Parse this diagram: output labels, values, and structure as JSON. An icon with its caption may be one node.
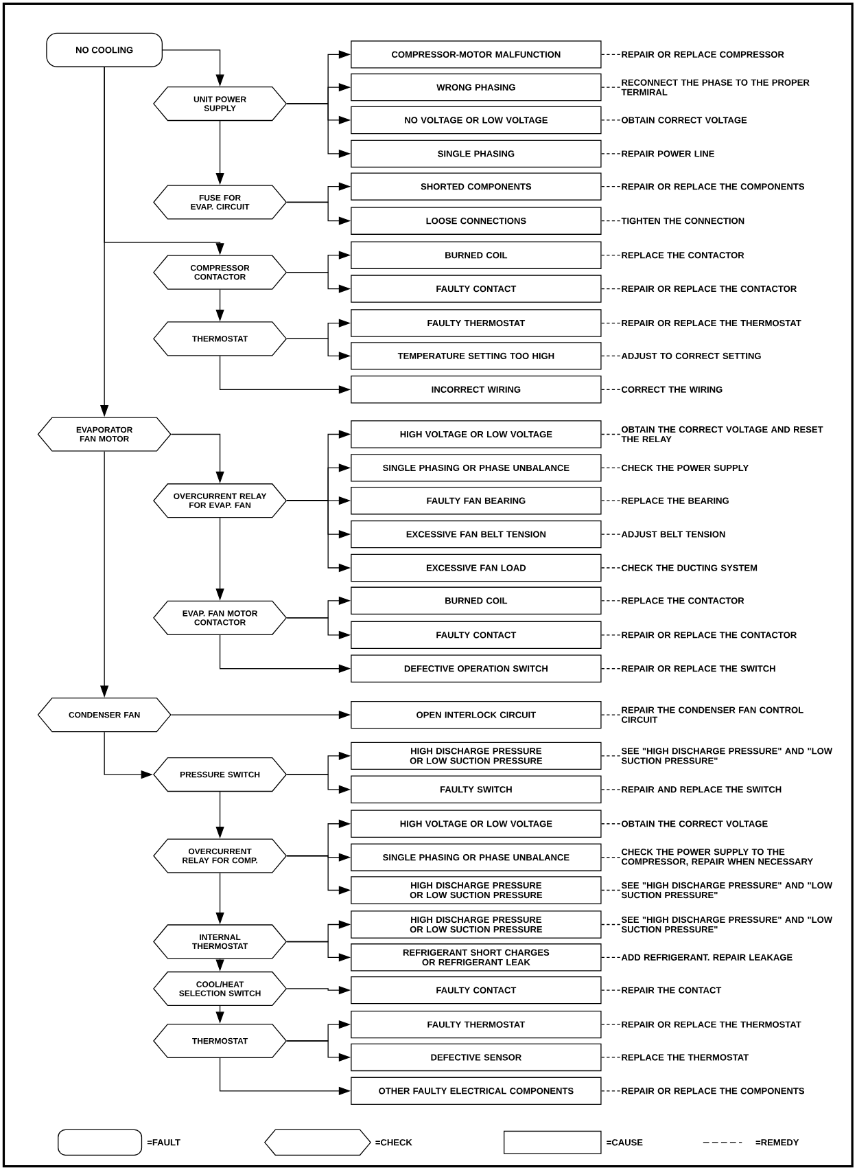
{
  "diagram": {
    "nodes": [
      {
        "text": [
          "NO COOLING"
        ]
      },
      {
        "text": [
          "UNIT POWER SUPPLY"
        ]
      },
      {
        "text": [
          "COMPRESSOR-MOTOR MALFUNCTION"
        ]
      },
      {
        "text": [
          "REPAIR OR REPLACE COMPRESSOR"
        ]
      },
      {
        "text": [
          "WRONG PHASING"
        ]
      },
      {
        "text": [
          "RECONNECT THE PHASE TO THE PROPER TERMIRAL"
        ]
      },
      {
        "text": [
          "NO VOLTAGE OR LOW VOLTAGE"
        ]
      },
      {
        "text": [
          "OBTAIN CORRECT VOLTAGE"
        ]
      },
      {
        "text": [
          "SINGLE PHASING"
        ]
      },
      {
        "text": [
          "REPAIR POWER LINE"
        ]
      },
      {
        "text": [
          "FUSE FOR EVAP. CIRCUIT"
        ]
      },
      {
        "text": [
          "SHORTED COMPONENTS"
        ]
      },
      {
        "text": [
          "REPAIR OR REPLACE THE COMPONENTS"
        ]
      },
      {
        "text": [
          "LOOSE CONNECTIONS"
        ]
      },
      {
        "text": [
          "TIGHTEN THE CONNECTION"
        ]
      },
      {
        "text": [
          "COMPRESSOR CONTACTOR"
        ]
      },
      {
        "text": [
          "BURNED COIL"
        ]
      },
      {
        "text": [
          "REPLACE THE CONTACTOR"
        ]
      },
      {
        "text": [
          "FAULTY CONTACT"
        ]
      },
      {
        "text": [
          "REPAIR OR REPLACE THE CONTACTOR"
        ]
      },
      {
        "text": [
          "THERMOSTAT"
        ]
      },
      {
        "text": [
          "FAULTY THERMOSTAT"
        ]
      },
      {
        "text": [
          "REPAIR OR REPLACE THE THERMOSTAT"
        ]
      },
      {
        "text": [
          "TEMPERATURE SETTING TOO HIGH"
        ]
      },
      {
        "text": [
          "ADJUST TO CORRECT SETTING"
        ]
      },
      {
        "text": [
          "INCORRECT WIRING"
        ]
      },
      {
        "text": [
          "CORRECT THE WIRING"
        ]
      },
      {
        "text": [
          "EVAPORATOR FAN MOTOR"
        ]
      },
      {
        "text": [
          "HIGH VOLTAGE OR LOW VOLTAGE"
        ]
      },
      {
        "text": [
          "OBTAIN THE CORRECT VOLTAGE AND RESET THE RELAY"
        ]
      },
      {
        "text": [
          "OVERCURRENT RELAY FOR EVAP. FAN"
        ]
      },
      {
        "text": [
          "SINGLE PHASING OR PHASE UNBALANCE"
        ]
      },
      {
        "text": [
          "CHECK THE POWER SUPPLY"
        ]
      },
      {
        "text": [
          "FAULTY FAN BEARING"
        ]
      },
      {
        "text": [
          "REPLACE THE BEARING"
        ]
      },
      {
        "text": [
          "EXCESSIVE FAN BELT TENSION"
        ]
      },
      {
        "text": [
          "ADJUST BELT TENSION"
        ]
      },
      {
        "text": [
          "EXCESSIVE FAN LOAD"
        ]
      },
      {
        "text": [
          "CHECK THE DUCTING SYSTEM"
        ]
      },
      {
        "text": [
          "EVAP. FAN MOTOR CONTACTOR"
        ]
      },
      {
        "text": [
          "BURNED COIL"
        ]
      },
      {
        "text": [
          "REPLACE THE CONTACTOR"
        ]
      },
      {
        "text": [
          "FAULTY CONTACT"
        ]
      },
      {
        "text": [
          "REPAIR OR REPLACE THE CONTACTOR"
        ]
      },
      {
        "text": [
          "DEFECTIVE OPERATION SWITCH"
        ]
      },
      {
        "text": [
          "REPAIR OR REPLACE THE SWITCH"
        ]
      },
      {
        "text": [
          "CONDENSER FAN"
        ]
      },
      {
        "text": [
          "OPEN INTERLOCK CIRCUIT"
        ]
      },
      {
        "text": [
          "REPAIR THE CONDENSER FAN CONTROL CIRCUIT"
        ]
      },
      {
        "text": [
          "PRESSURE SWITCH"
        ]
      },
      {
        "text": [
          "HIGH DISCHARGE PRESSURE OR LOW SUCTION PRESSURE"
        ]
      },
      {
        "text": [
          "SEE \"HIGH DISCHARGE PRESSURE\" AND \"LOW SUCTION PRESSURE\""
        ]
      },
      {
        "text": [
          "FAULTY SWITCH"
        ]
      },
      {
        "text": [
          "REPAIR AND REPLACE THE SWITCH"
        ]
      },
      {
        "text": [
          "HIGH VOLTAGE OR LOW VOLTAGE"
        ]
      },
      {
        "text": [
          "OBTAIN THE CORRECT VOLTAGE"
        ]
      },
      {
        "text": [
          "OVERCURRENT RELAY FOR COMP."
        ]
      },
      {
        "text": [
          "SINGLE PHASING OR PHASE UNBALANCE"
        ]
      },
      {
        "text": [
          "CHECK THE POWER SUPPLY TO THE COMPRESSOR, REPAIR WHEN NECESSARY"
        ]
      },
      {
        "text": [
          "HIGH DISCHARGE PRESSURE OR LOW SUCTION PRESSURE"
        ]
      },
      {
        "text": [
          "SEE \"HIGH DISCHARGE PRESSURE\" AND \"LOW SUCTION PRESSURE\""
        ]
      },
      {
        "text": [
          "INTERNAL THERMOSTAT"
        ]
      },
      {
        "text": [
          "HIGH DISCHARGE PRESSURE OR LOW SUCTION PRESSURE"
        ]
      },
      {
        "text": [
          "SEE \"HIGH DISCHARGE PRESSURE\" AND \"LOW SUCTION PRESSURE\""
        ]
      },
      {
        "text": [
          "REFRIGERANT SHORT CHARGES OR REFRIGERANT LEAK"
        ]
      },
      {
        "text": [
          "ADD REFRIGERANT. REPAIR LEAKAGE"
        ]
      },
      {
        "text": [
          "COOL/HEAT SELECTION SWITCH"
        ]
      },
      {
        "text": [
          "FAULTY CONTACT"
        ]
      },
      {
        "text": [
          "REPAIR THE CONTACT"
        ]
      },
      {
        "text": [
          "THERMOSTAT"
        ]
      },
      {
        "text": [
          "FAULTY THERMOSTAT"
        ]
      },
      {
        "text": [
          "REPAIR OR REPLACE THE THERMOSTAT"
        ]
      },
      {
        "text": [
          "DEFECTIVE SENSOR"
        ]
      },
      {
        "text": [
          "REPLACE THE THERMOSTAT"
        ]
      },
      {
        "text": [
          "OTHER FAULTY ELECTRICAL COMPONENTS"
        ]
      },
      {
        "text": [
          "REPAIR OR REPLACE THE COMPONENTS"
        ]
      }
    ],
    "edges": [
      {
        "from": 0,
        "to": 1,
        "arrow": "to"
      },
      {
        "from": 0,
        "to": 15,
        "arrow": "to"
      },
      {
        "from": 0,
        "to": 27,
        "arrow": "to"
      },
      {
        "from": 1,
        "to": 10,
        "arrow": "to"
      },
      {
        "from": 15,
        "to": 20,
        "arrow": "to"
      },
      {
        "from": 27,
        "to": 30,
        "arrow": "to"
      },
      {
        "from": 30,
        "to": 39,
        "arrow": "to"
      },
      {
        "from": 27,
        "to": 46,
        "arrow": "to"
      },
      {
        "from": 46,
        "to": 49,
        "arrow": "to"
      },
      {
        "from": 49,
        "to": 56,
        "arrow": "to"
      },
      {
        "from": 56,
        "to": 61,
        "arrow": "to"
      },
      {
        "from": 61,
        "to": 66,
        "arrow": "to"
      },
      {
        "from": 66,
        "to": 69,
        "arrow": "to"
      },
      {
        "from": 1,
        "to": 2,
        "arrow": "to"
      },
      {
        "from": 1,
        "to": 4,
        "arrow": "to"
      },
      {
        "from": 1,
        "to": 6,
        "arrow": "to"
      },
      {
        "from": 1,
        "to": 8,
        "arrow": "to"
      },
      {
        "from": 10,
        "to": 11,
        "arrow": "to"
      },
      {
        "from": 10,
        "to": 13,
        "arrow": "to"
      },
      {
        "from": 15,
        "to": 16,
        "arrow": "to"
      },
      {
        "from": 15,
        "to": 18,
        "arrow": "to"
      },
      {
        "from": 20,
        "to": 21,
        "arrow": "to"
      },
      {
        "from": 20,
        "to": 23,
        "arrow": "to"
      },
      {
        "from": 20,
        "to": 25,
        "arrow": "to"
      },
      {
        "from": 30,
        "to": 28,
        "arrow": "to"
      },
      {
        "from": 30,
        "to": 31,
        "arrow": "to"
      },
      {
        "from": 30,
        "to": 33,
        "arrow": "to"
      },
      {
        "from": 30,
        "to": 35,
        "arrow": "to"
      },
      {
        "from": 30,
        "to": 37,
        "arrow": "to"
      },
      {
        "from": 39,
        "to": 40,
        "arrow": "to"
      },
      {
        "from": 39,
        "to": 42,
        "arrow": "to"
      },
      {
        "from": 39,
        "to": 44,
        "arrow": "to"
      },
      {
        "from": 46,
        "to": 47,
        "arrow": "to"
      },
      {
        "from": 49,
        "to": 50,
        "arrow": "to"
      },
      {
        "from": 49,
        "to": 52,
        "arrow": "to"
      },
      {
        "from": 56,
        "to": 54,
        "arrow": "to"
      },
      {
        "from": 56,
        "to": 57,
        "arrow": "to"
      },
      {
        "from": 56,
        "to": 59,
        "arrow": "to"
      },
      {
        "from": 61,
        "to": 62,
        "arrow": "to"
      },
      {
        "from": 61,
        "to": 64,
        "arrow": "to"
      },
      {
        "from": 66,
        "to": 67,
        "arrow": "to"
      },
      {
        "from": 69,
        "to": 70,
        "arrow": "to"
      },
      {
        "from": 69,
        "to": 72,
        "arrow": "to"
      },
      {
        "from": 69,
        "to": 74,
        "arrow": "to"
      },
      {
        "from": 2,
        "to": 3,
        "arrow": "none",
        "style": "dashed"
      },
      {
        "from": 4,
        "to": 5,
        "arrow": "none",
        "style": "dashed"
      },
      {
        "from": 6,
        "to": 7,
        "arrow": "none",
        "style": "dashed"
      },
      {
        "from": 8,
        "to": 9,
        "arrow": "none",
        "style": "dashed"
      },
      {
        "from": 11,
        "to": 12,
        "arrow": "none",
        "style": "dashed"
      },
      {
        "from": 13,
        "to": 14,
        "arrow": "none",
        "style": "dashed"
      },
      {
        "from": 16,
        "to": 17,
        "arrow": "none",
        "style": "dashed"
      },
      {
        "from": 18,
        "to": 19,
        "arrow": "none",
        "style": "dashed"
      },
      {
        "from": 21,
        "to": 22,
        "arrow": "none",
        "style": "dashed"
      },
      {
        "from": 23,
        "to": 24,
        "arrow": "none",
        "style": "dashed"
      },
      {
        "from": 25,
        "to": 26,
        "arrow": "none",
        "style": "dashed"
      },
      {
        "from": 28,
        "to": 29,
        "arrow": "none",
        "style": "dashed"
      },
      {
        "from": 31,
        "to": 32,
        "arrow": "none",
        "style": "dashed"
      },
      {
        "from": 33,
        "to": 34,
        "arrow": "none",
        "style": "dashed"
      },
      {
        "from": 35,
        "to": 36,
        "arrow": "none",
        "style": "dashed"
      },
      {
        "from": 37,
        "to": 38,
        "arrow": "none",
        "style": "dashed"
      },
      {
        "from": 40,
        "to": 41,
        "arrow": "none",
        "style": "dashed"
      },
      {
        "from": 42,
        "to": 43,
        "arrow": "none",
        "style": "dashed"
      },
      {
        "from": 44,
        "to": 45,
        "arrow": "none",
        "style": "dashed"
      },
      {
        "from": 47,
        "to": 48,
        "arrow": "none",
        "style": "dashed"
      },
      {
        "from": 50,
        "to": 51,
        "arrow": "none",
        "style": "dashed"
      },
      {
        "from": 52,
        "to": 53,
        "arrow": "none",
        "style": "dashed"
      },
      {
        "from": 54,
        "to": 55,
        "arrow": "none",
        "style": "dashed"
      },
      {
        "from": 57,
        "to": 58,
        "arrow": "none",
        "style": "dashed"
      },
      {
        "from": 59,
        "to": 60,
        "arrow": "none",
        "style": "dashed"
      },
      {
        "from": 62,
        "to": 63,
        "arrow": "none",
        "style": "dashed"
      },
      {
        "from": 64,
        "to": 65,
        "arrow": "none",
        "style": "dashed"
      },
      {
        "from": 67,
        "to": 68,
        "arrow": "none",
        "style": "dashed"
      },
      {
        "from": 70,
        "to": 71,
        "arrow": "none",
        "style": "dashed"
      },
      {
        "from": 72,
        "to": 73,
        "arrow": "none",
        "style": "dashed"
      },
      {
        "from": 74,
        "to": 75,
        "arrow": "none",
        "style": "dashed"
      }
    ],
    "legend": [
      {
        "text": "=FAULT"
      },
      {
        "text": "=CHECK"
      },
      {
        "text": "=CAUSE"
      },
      {
        "text": "=REMEDY"
      }
    ]
  }
}
